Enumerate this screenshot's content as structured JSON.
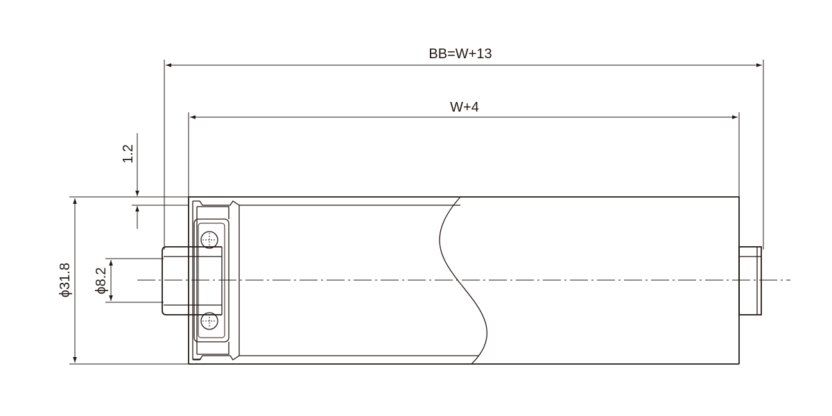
{
  "dimensions": {
    "overall_length": "BB=W+13",
    "tube_length": "W+4",
    "wall_thickness": "1.2",
    "outer_diameter": "ϕ31.8",
    "shaft_diameter": "ϕ8.2"
  },
  "colors": {
    "line": "#231815",
    "background": "#ffffff"
  }
}
